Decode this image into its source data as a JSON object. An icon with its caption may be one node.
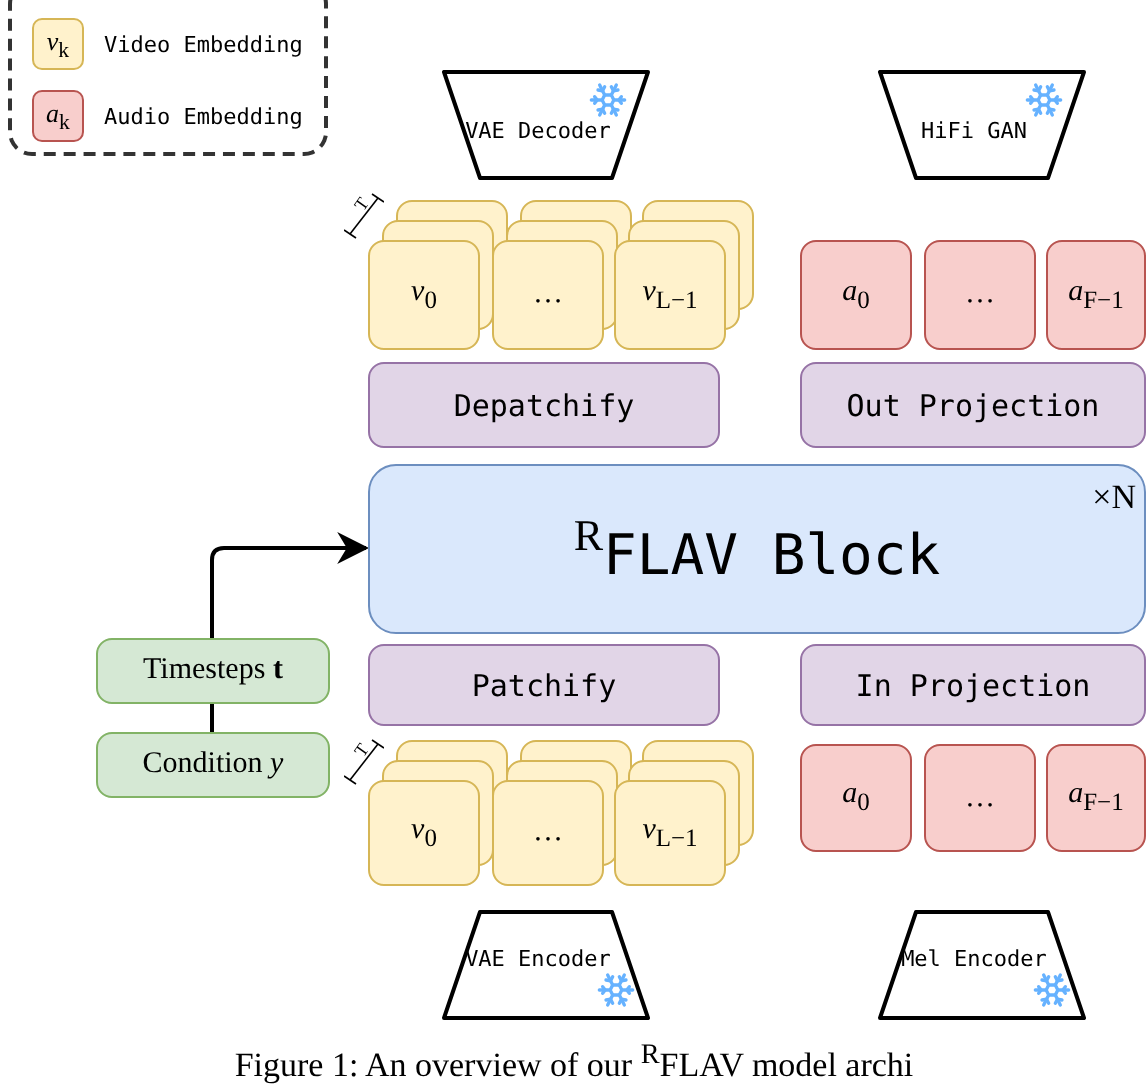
{
  "diagram": {
    "caption": "Figure 1: An overview of our $^{R}$FLAV model archi",
    "nodes": [
      {
        "text": [
          "VAE Decoder"
        ]
      },
      {
        "text": [
          "HiFi GAN"
        ]
      },
      {
        "text": [
          "*v*$_{0}$"
        ]
      },
      {
        "text": [
          "…"
        ]
      },
      {
        "text": [
          "*v*$_{L−1}$"
        ]
      },
      {
        "text": [
          "*a*$_{0}$"
        ]
      },
      {
        "text": [
          "…"
        ]
      },
      {
        "text": [
          "*a*$_{F−1}$"
        ]
      },
      {
        "text": [
          "Depatchify"
        ]
      },
      {
        "text": [
          "Out Projection"
        ]
      },
      {
        "text": [
          "$^{R}$FLAV Block",
          "×N"
        ]
      },
      {
        "text": [
          "Timesteps **t**"
        ]
      },
      {
        "text": [
          "Patchify"
        ]
      },
      {
        "text": [
          "In Projection"
        ]
      },
      {
        "text": [
          "Condition *y*"
        ]
      },
      {
        "text": [
          "*v*$_{0}$"
        ]
      },
      {
        "text": [
          "…"
        ]
      },
      {
        "text": [
          "*v*$_{L−1}$"
        ]
      },
      {
        "text": [
          "*a*$_{0}$"
        ]
      },
      {
        "text": [
          "…"
        ]
      },
      {
        "text": [
          "*a*$_{F−1}$"
        ]
      },
      {
        "text": [
          "VAE Encoder"
        ]
      },
      {
        "text": [
          "Mel Encoder"
        ]
      }
    ],
    "edges": [
      {
        "from": 11,
        "to": 10,
        "arrow": "to"
      },
      {
        "from": 14,
        "to": 11,
        "arrow": "none"
      }
    ],
    "labels": [
      "*v*$_{k}$",
      "*a*$_{k}$",
      "T",
      "T"
    ],
    "legend": [
      {
        "text": "Video Embedding",
        "color": "#fff2cc"
      },
      {
        "text": "Audio Embedding",
        "color": "#f8cecc"
      }
    ]
  }
}
